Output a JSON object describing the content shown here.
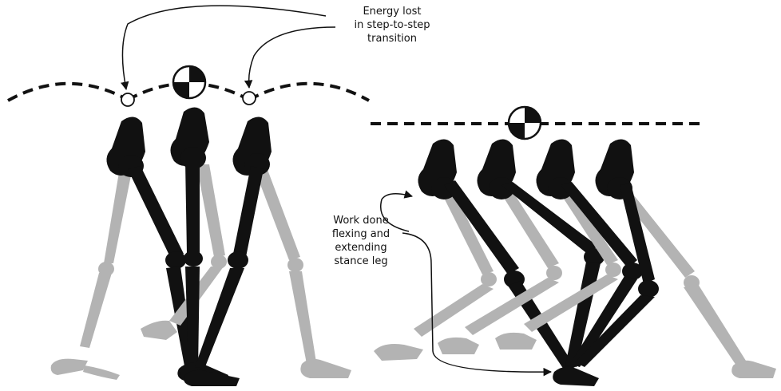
{
  "annotations": {
    "energy_lost": [
      "Energy lost",
      "in step-to-step",
      "transition"
    ],
    "work_done": [
      "Work done",
      "flexing and",
      "extending",
      "stance leg"
    ]
  },
  "colors": {
    "stance_bone": "#111111",
    "swing_bone": "#b3b3b3",
    "path": "#111111",
    "background": "#ffffff"
  },
  "icons": [
    "center-of-mass-symbol",
    "energy-loss-point"
  ]
}
